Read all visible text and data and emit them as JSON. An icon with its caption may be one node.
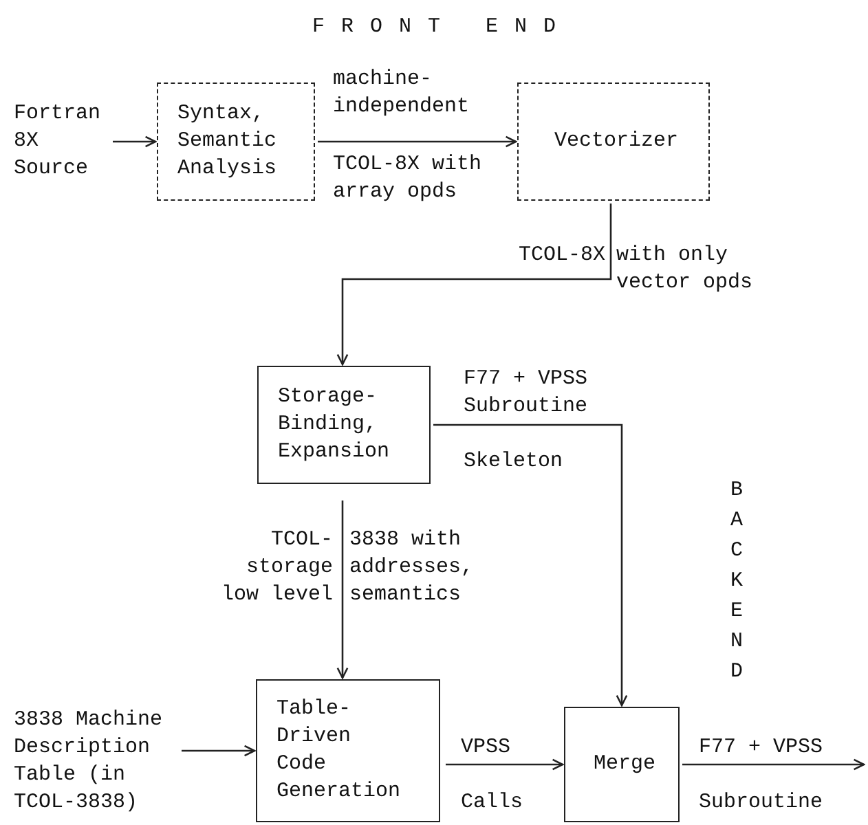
{
  "diagram": {
    "title": "FRONT END",
    "nodes": [
      {
        "text": [
          "Fortran 8X Source"
        ]
      },
      {
        "text": [
          "Syntax, Semantic Analysis"
        ]
      },
      {
        "text": [
          "Vectorizer"
        ]
      },
      {
        "text": [
          "Storage- Binding, Expansion"
        ]
      },
      {
        "text": [
          "3838 Machine Description Table (in TCOL-3838)"
        ]
      },
      {
        "text": [
          "Table- Driven Code Generation"
        ]
      },
      {
        "text": [
          "Merge"
        ]
      }
    ],
    "edges": [
      {
        "from": 0,
        "to": 1,
        "arrow": "to"
      },
      {
        "from": 1,
        "to": 2,
        "arrow": "to"
      },
      {
        "from": 2,
        "to": 3,
        "arrow": "to"
      },
      {
        "from": 3,
        "to": 6,
        "arrow": "to"
      },
      {
        "from": 3,
        "to": 5,
        "arrow": "to"
      },
      {
        "from": 4,
        "to": 5,
        "arrow": "to"
      },
      {
        "from": 5,
        "to": 6,
        "arrow": "to"
      },
      {
        "from": 6,
        "to": null,
        "arrow": "to"
      }
    ],
    "labels": [
      "machine- independent",
      "TCOL-8X with array opds",
      "TCOL-8X",
      "with only vector opds",
      "F77 + VPSS Subroutine",
      "Skeleton",
      "BACK END",
      "TCOL- storage low level",
      "3838 with addresses, semantics",
      "VPSS",
      "Calls",
      "F77 + VPSS",
      "Subroutine"
    ]
  }
}
